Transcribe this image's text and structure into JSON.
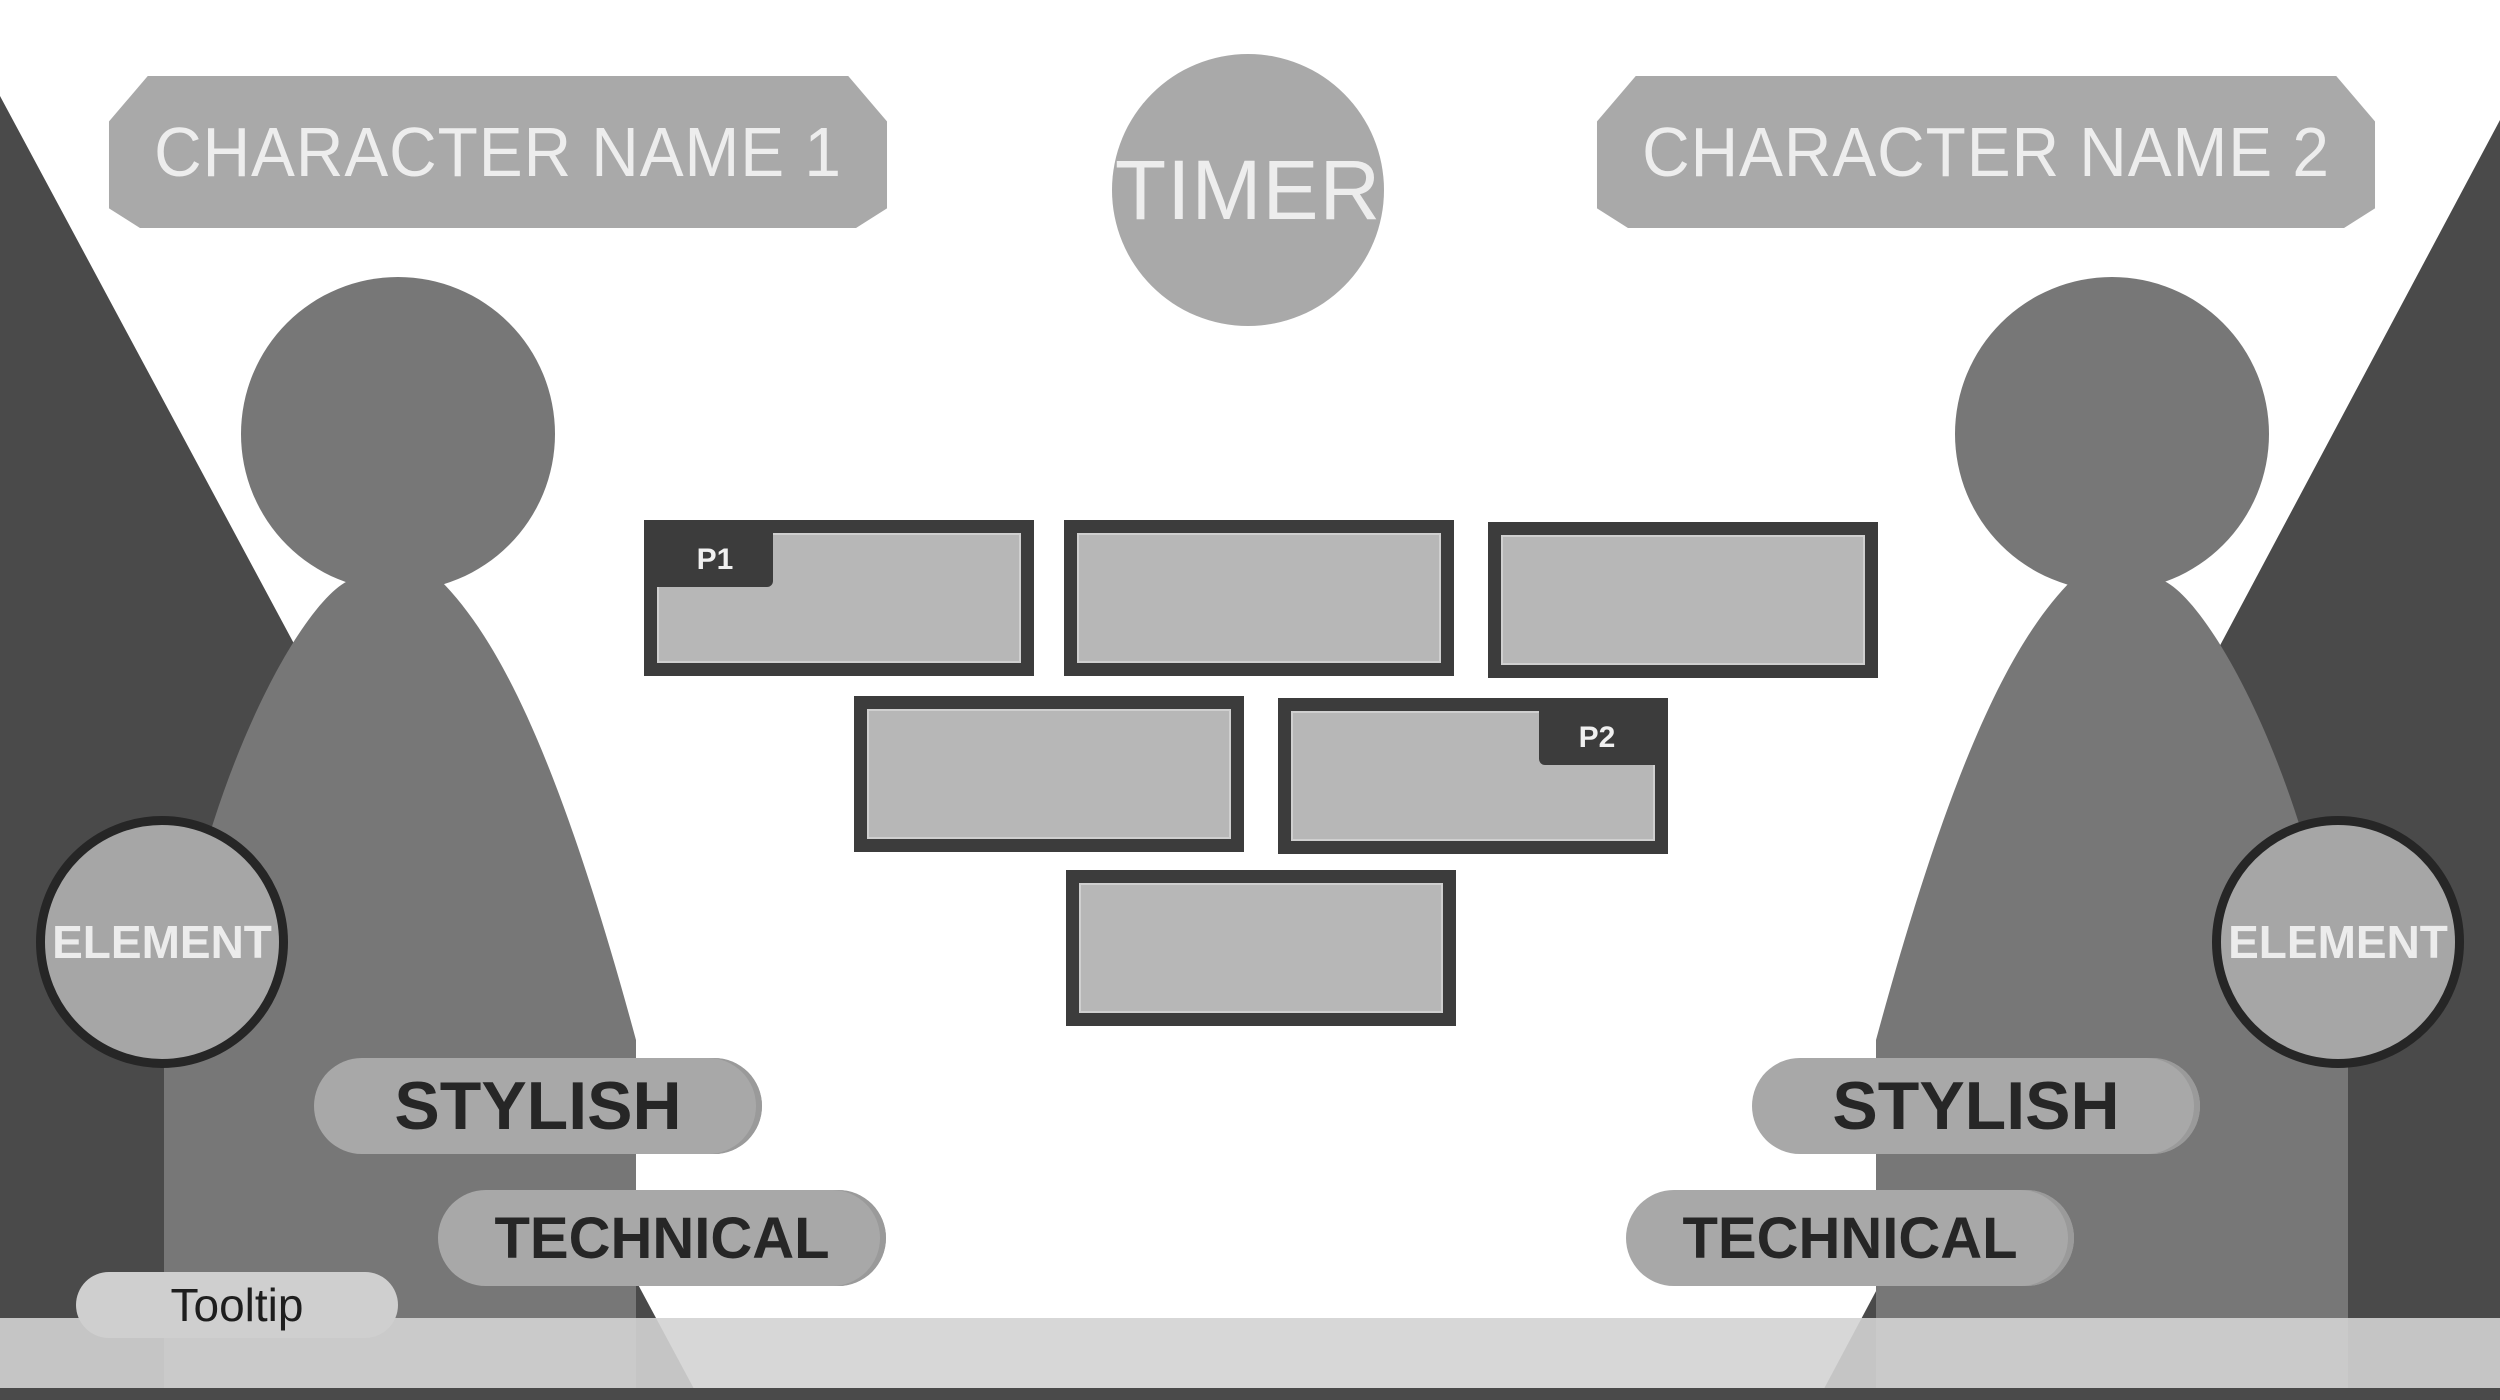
{
  "players": [
    {
      "character_name": "CHARACTER NAME 1",
      "element_label": "ELEMENT",
      "style_label": "STYLISH",
      "technique_label": "TECHNICAL"
    },
    {
      "character_name": "CHARACTER NAME 2",
      "element_label": "ELEMENT",
      "style_label": "STYLISH",
      "technique_label": "TECHNICAL"
    }
  ],
  "timer_label": "TIMER",
  "tooltip_label": "Tooltip",
  "character_slots": {
    "rows": [
      3,
      2,
      1
    ],
    "p1_marker": "P1",
    "p2_marker": "P2"
  },
  "icons": {
    "character_silhouette": "character-silhouette-icon",
    "spotlight": "spotlight-icon"
  },
  "colors": {
    "background": "#ffffff",
    "plate": "#a9a9a9",
    "silhouette": "#777777",
    "spotlight": "#4a4a4a",
    "slot_fill": "#b7b7b7",
    "slot_border": "#3c3c3c",
    "text_light": "#ededed",
    "text_dark": "#262626"
  }
}
